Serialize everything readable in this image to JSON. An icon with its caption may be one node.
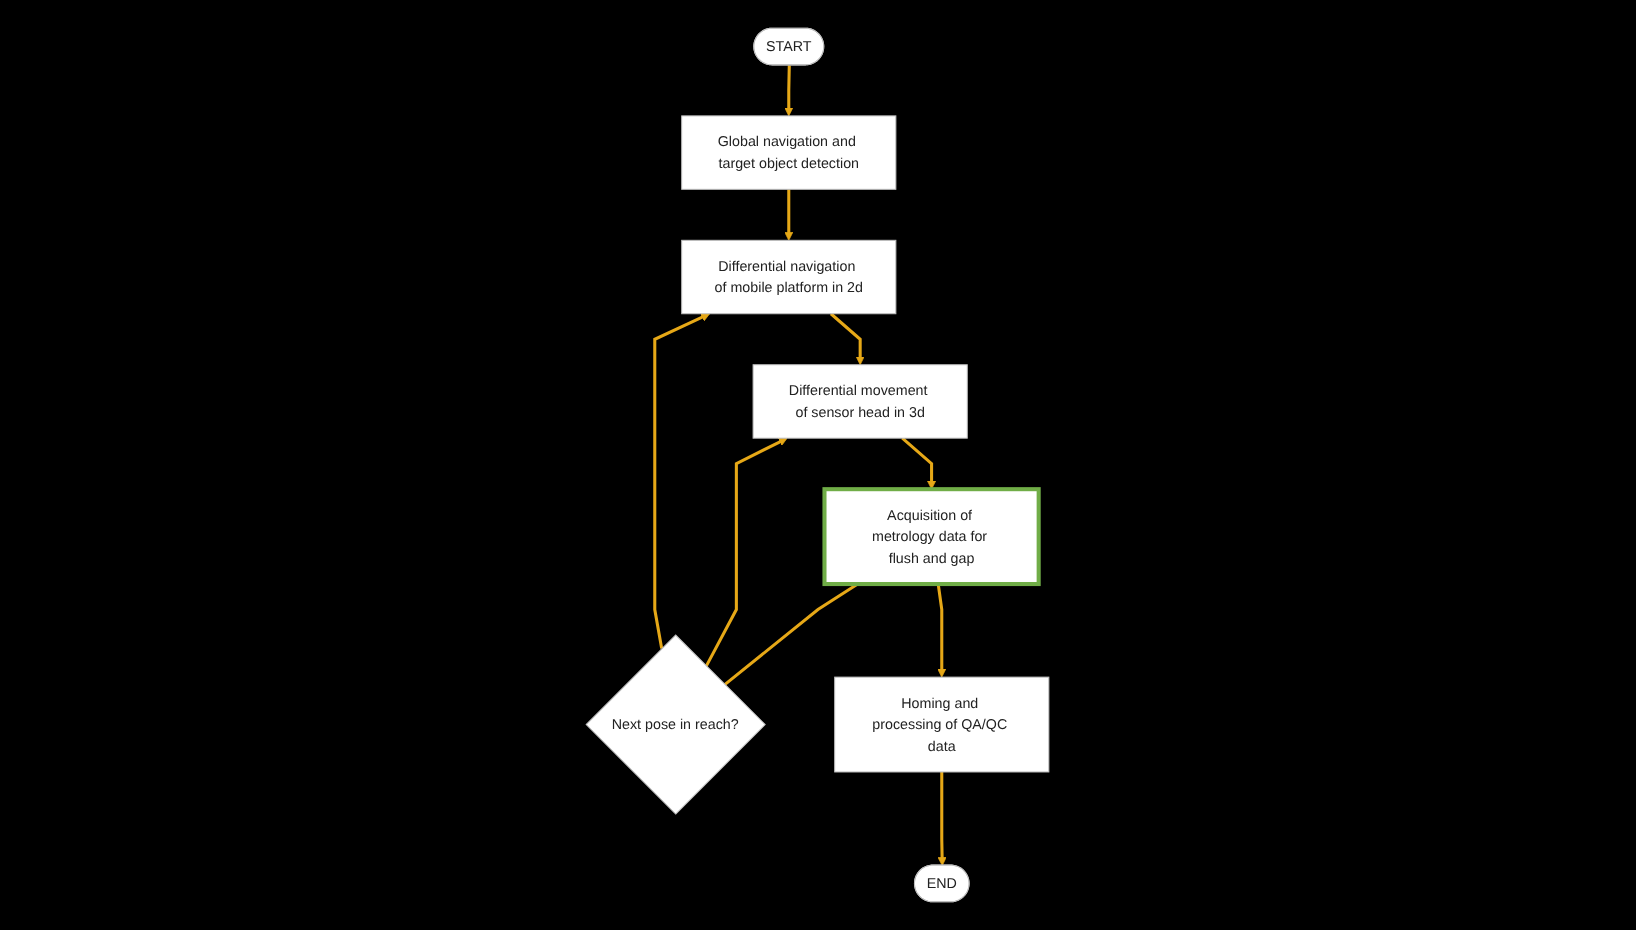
{
  "diagram": {
    "nodes": [
      {
        "text": [
          "START"
        ]
      },
      {
        "text": [
          "Global navigation and target object detection"
        ]
      },
      {
        "text": [
          "Differential navigation of mobile platform in 2d"
        ]
      },
      {
        "text": [
          "Differential movement of sensor head in 3d"
        ]
      },
      {
        "text": [
          "Acquisition of metrology data for flush and gap"
        ]
      },
      {
        "text": [
          "Next pose in reach?"
        ]
      },
      {
        "text": [
          "Homing and processing of QA/QC data"
        ]
      },
      {
        "text": [
          "END"
        ]
      }
    ],
    "edges": [
      {
        "from": 0,
        "to": 1,
        "arrow": "to"
      },
      {
        "from": 1,
        "to": 2,
        "arrow": "to"
      },
      {
        "from": 2,
        "to": 3,
        "arrow": "to"
      },
      {
        "from": 3,
        "to": 4,
        "arrow": "to"
      },
      {
        "from": 4,
        "to": 5,
        "arrow": "none"
      },
      {
        "from": 5,
        "to": 3,
        "arrow": "to"
      },
      {
        "from": 5,
        "to": 2,
        "arrow": "to"
      },
      {
        "from": 4,
        "to": 6,
        "arrow": "to"
      },
      {
        "from": 6,
        "to": 7,
        "arrow": "to"
      }
    ]
  }
}
